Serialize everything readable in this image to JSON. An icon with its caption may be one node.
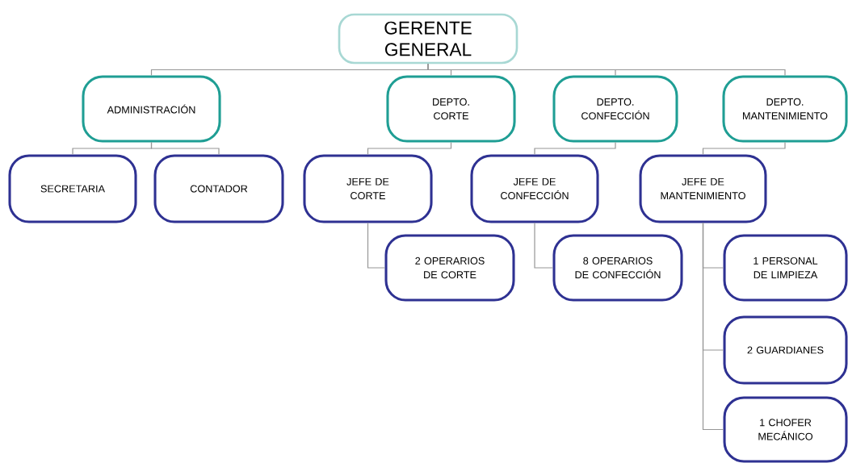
{
  "diagram": {
    "nodes": [
      {
        "text": [
          "GERENTE GENERAL"
        ]
      },
      {
        "text": [
          "ADMINISTRACIÓN"
        ]
      },
      {
        "text": [
          "DEPTO. CORTE"
        ]
      },
      {
        "text": [
          "DEPTO. CONFECCIÓN"
        ]
      },
      {
        "text": [
          "DEPTO. MANTENIMIENTO"
        ]
      },
      {
        "text": [
          "SECRETARIA"
        ]
      },
      {
        "text": [
          "CONTADOR"
        ]
      },
      {
        "text": [
          "JEFE DE CORTE"
        ]
      },
      {
        "text": [
          "JEFE DE CONFECCIÓN"
        ]
      },
      {
        "text": [
          "JEFE DE MANTENIMIENTO"
        ]
      },
      {
        "text": [
          "2 OPERARIOS DE CORTE"
        ]
      },
      {
        "text": [
          "8 OPERARIOS DE CONFECCIÓN"
        ]
      },
      {
        "text": [
          "1 PERSONAL DE LIMPIEZA"
        ]
      },
      {
        "text": [
          "2 GUARDIANES"
        ]
      },
      {
        "text": [
          "1 CHOFER MECÁNICO"
        ]
      }
    ],
    "edges": [
      {
        "from": 0,
        "to": 1,
        "arrow": "none"
      },
      {
        "from": 0,
        "to": 2,
        "arrow": "none"
      },
      {
        "from": 0,
        "to": 3,
        "arrow": "none"
      },
      {
        "from": 0,
        "to": 4,
        "arrow": "none"
      },
      {
        "from": 1,
        "to": 5,
        "arrow": "none"
      },
      {
        "from": 1,
        "to": 6,
        "arrow": "none"
      },
      {
        "from": 2,
        "to": 7,
        "arrow": "none"
      },
      {
        "from": 3,
        "to": 8,
        "arrow": "none"
      },
      {
        "from": 4,
        "to": 9,
        "arrow": "none"
      },
      {
        "from": 7,
        "to": 10,
        "arrow": "none"
      },
      {
        "from": 8,
        "to": 11,
        "arrow": "none"
      },
      {
        "from": 9,
        "to": 12,
        "arrow": "none"
      },
      {
        "from": 9,
        "to": 13,
        "arrow": "none"
      },
      {
        "from": 9,
        "to": 14,
        "arrow": "none"
      }
    ]
  }
}
